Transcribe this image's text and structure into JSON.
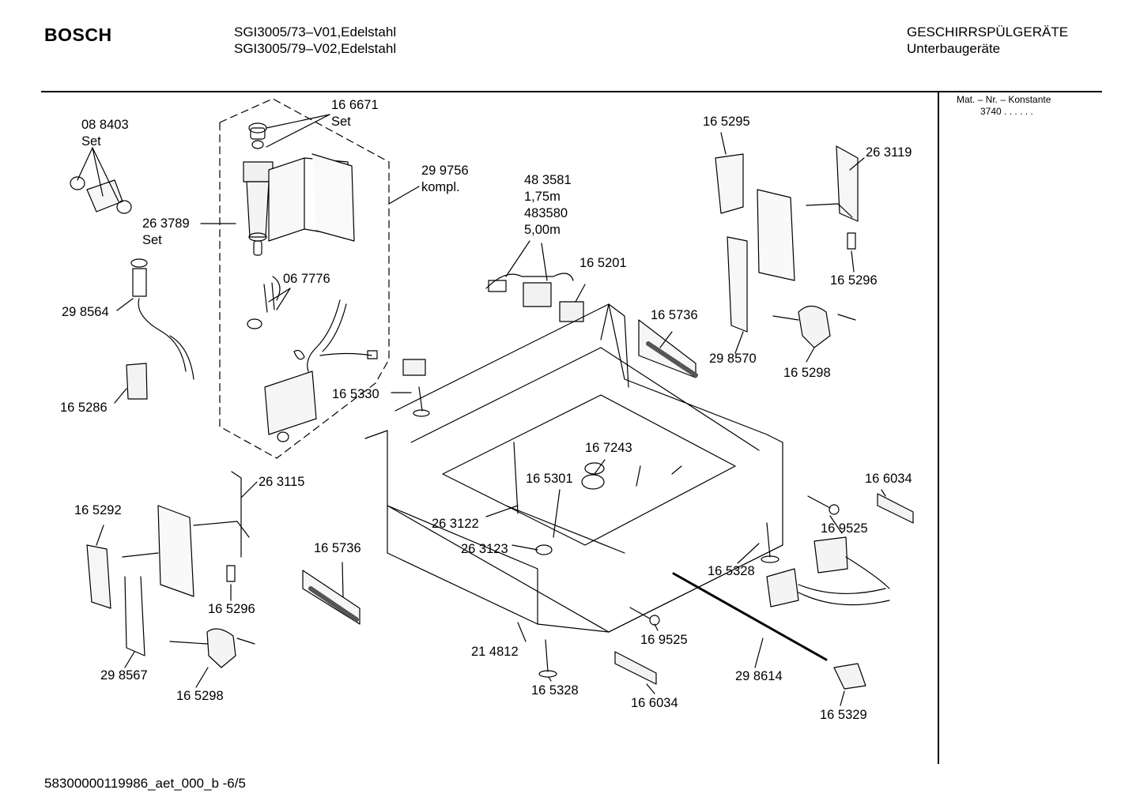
{
  "header": {
    "brand": "BOSCH",
    "models": [
      "SGI3005/73–V01,Edelstahl",
      "SGI3005/79–V02,Edelstahl"
    ],
    "category": "GESCHIRRSPÜLGERÄTE",
    "subcategory": "Unterbaugeräte"
  },
  "sidebar": {
    "heading": "Mat. – Nr. – Konstante",
    "value": "3740  .  .  .  .  .  ."
  },
  "footer": {
    "document_id": "58300000119986_aet_000_b  -6/5"
  },
  "parts": [
    {
      "id": "p1",
      "lines": [
        "08 8403",
        "Set"
      ]
    },
    {
      "id": "p2",
      "lines": [
        "16 6671",
        "Set"
      ]
    },
    {
      "id": "p3",
      "lines": [
        "29 9756",
        "kompl."
      ]
    },
    {
      "id": "p4",
      "lines": [
        "26 3789",
        "Set"
      ]
    },
    {
      "id": "p5",
      "lines": [
        "48 3581",
        "1,75m",
        "483580",
        "5,00m"
      ]
    },
    {
      "id": "p6",
      "lines": [
        "16 5295"
      ]
    },
    {
      "id": "p7",
      "lines": [
        "26 3119"
      ]
    },
    {
      "id": "p8",
      "lines": [
        "16 5201"
      ]
    },
    {
      "id": "p9",
      "lines": [
        "06 7776"
      ]
    },
    {
      "id": "p10",
      "lines": [
        "29 8564"
      ]
    },
    {
      "id": "p11",
      "lines": [
        "16 5296"
      ]
    },
    {
      "id": "p12",
      "lines": [
        "16 5736"
      ]
    },
    {
      "id": "p13",
      "lines": [
        "29 8570"
      ]
    },
    {
      "id": "p14",
      "lines": [
        "16 5298"
      ]
    },
    {
      "id": "p15",
      "lines": [
        "16 5330"
      ]
    },
    {
      "id": "p16",
      "lines": [
        "16 5286"
      ]
    },
    {
      "id": "p17",
      "lines": [
        "16 7243"
      ]
    },
    {
      "id": "p18",
      "lines": [
        "16 5301"
      ]
    },
    {
      "id": "p19",
      "lines": [
        "26 3115"
      ]
    },
    {
      "id": "p20",
      "lines": [
        "16 6034"
      ]
    },
    {
      "id": "p21",
      "lines": [
        "16 5292"
      ]
    },
    {
      "id": "p22",
      "lines": [
        "26 3122"
      ]
    },
    {
      "id": "p23",
      "lines": [
        "16 9525"
      ]
    },
    {
      "id": "p24",
      "lines": [
        "26 3123"
      ]
    },
    {
      "id": "p25",
      "lines": [
        "16 5736"
      ]
    },
    {
      "id": "p26",
      "lines": [
        "16 5328"
      ]
    },
    {
      "id": "p27",
      "lines": [
        "16 5296"
      ]
    },
    {
      "id": "p28",
      "lines": [
        "21 4812"
      ]
    },
    {
      "id": "p29",
      "lines": [
        "16 9525"
      ]
    },
    {
      "id": "p30",
      "lines": [
        "29 8567"
      ]
    },
    {
      "id": "p31",
      "lines": [
        "29 8614"
      ]
    },
    {
      "id": "p32",
      "lines": [
        "16 5298"
      ]
    },
    {
      "id": "p33",
      "lines": [
        "16 5328"
      ]
    },
    {
      "id": "p34",
      "lines": [
        "16 6034"
      ]
    },
    {
      "id": "p35",
      "lines": [
        "16 5329"
      ]
    }
  ]
}
